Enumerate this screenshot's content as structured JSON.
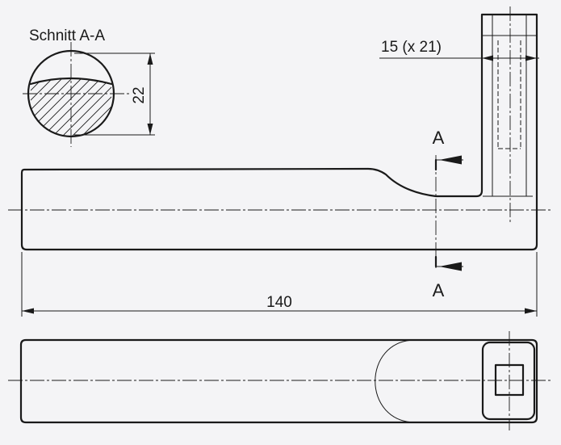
{
  "section": {
    "title": "Schnitt  A-A",
    "height_dim": "22"
  },
  "dimensions": {
    "overall_length": "140",
    "square_bore": "15 (x 21)"
  },
  "section_marks": {
    "top": "A",
    "bottom": "A"
  }
}
